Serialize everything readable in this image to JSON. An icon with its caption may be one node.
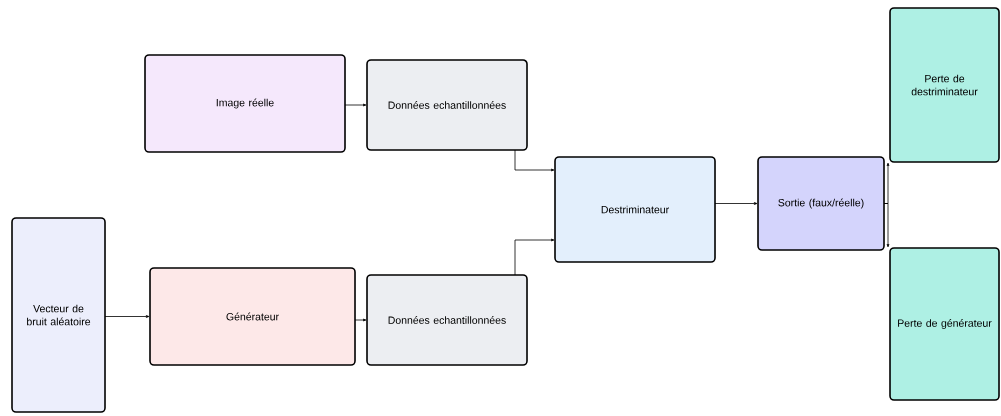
{
  "diagram": {
    "nodes": [
      {
        "text": [
          "Image réelle"
        ]
      },
      {
        "text": [
          "Données echantillonnées"
        ]
      },
      {
        "text": [
          "Vecteur de bruit aléatoire"
        ]
      },
      {
        "text": [
          "Générateur"
        ]
      },
      {
        "text": [
          "Données echantillonnées"
        ]
      },
      {
        "text": [
          "Destriminateur"
        ]
      },
      {
        "text": [
          "Sortie (faux/réelle)"
        ]
      },
      {
        "text": [
          "Perte de destriminateur"
        ]
      },
      {
        "text": [
          "Perte de générateur"
        ]
      }
    ],
    "edges": [
      {
        "from": 0,
        "to": 1,
        "arrow": "to"
      },
      {
        "from": 1,
        "to": 5,
        "arrow": "to"
      },
      {
        "from": 2,
        "to": 3,
        "arrow": "to"
      },
      {
        "from": 3,
        "to": 4,
        "arrow": "to"
      },
      {
        "from": 4,
        "to": 5,
        "arrow": "to"
      },
      {
        "from": 5,
        "to": 6,
        "arrow": "to"
      },
      {
        "from": 6,
        "to": 7,
        "arrow": "to"
      },
      {
        "from": 6,
        "to": 8,
        "arrow": "to"
      }
    ]
  }
}
